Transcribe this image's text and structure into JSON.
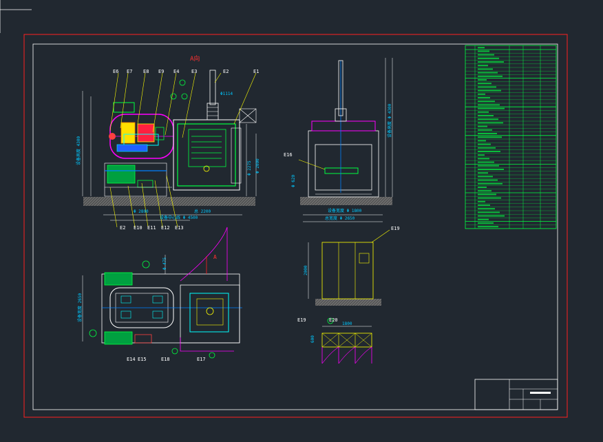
{
  "colors": {
    "background": "#212830",
    "frame_outer": "#ff2020",
    "frame_inner": "#ffffff",
    "table_lines": "#00ff40",
    "text_table": "#00ff40",
    "dimension": "#00c8ff",
    "leader": "#ffff00",
    "equipment": "#00ff40",
    "door": "#ff00ff",
    "pipe": "#0080ff",
    "accent_red": "#ff2020"
  },
  "front_view": {
    "view_label": "A向",
    "callouts": [
      "E6",
      "E7",
      "E8",
      "E9",
      "E4",
      "E3",
      "E2",
      "E1"
    ],
    "bottom_callouts": [
      "E2",
      "E10",
      "E11",
      "E12",
      "E13"
    ],
    "dim_pipe": "Φ1114",
    "dim_overall": "总 2200",
    "dim_center": "设备中心线 Φ 4500",
    "dim_sub": "Φ 2800",
    "dim_height_left": "设备高度 4300",
    "dim_height_right": "Φ 2275",
    "dim_height_small": "Φ 2000"
  },
  "side_view": {
    "callout": "E16",
    "dim_width": "设备宽度 Φ 1800",
    "dim_total": "总宽度 Φ 2650",
    "dim_height": "设备高度 Φ 4300",
    "dim_small": "Φ 620"
  },
  "top_view": {
    "section_label": "A",
    "callouts": [
      "E14",
      "E15",
      "E18",
      "E17"
    ],
    "dim_width": "设备宽度 2650",
    "dim_small": "Φ 475"
  },
  "cabinet": {
    "callout": "E19",
    "dim_height": "2000",
    "dim_width": "1800",
    "side_callouts": [
      "E19",
      "E20"
    ],
    "dim_small": "600"
  },
  "title_block": {
    "title": "",
    "rows": 3
  }
}
